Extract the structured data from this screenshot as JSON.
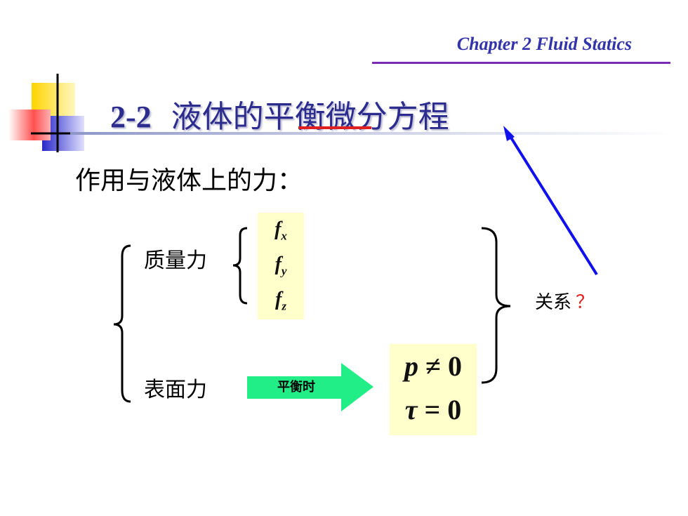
{
  "header": {
    "chapter": "Chapter 2  Fluid Statics"
  },
  "title": {
    "number": "2-2",
    "text_part1": "液体的",
    "text_underlined": "平衡",
    "text_part2": "微分方程"
  },
  "subtitle": "作用与液体上的力：",
  "mass_force": {
    "label": "质量力",
    "components": [
      {
        "base": "f",
        "sub": "x"
      },
      {
        "base": "f",
        "sub": "y"
      },
      {
        "base": "f",
        "sub": "z"
      }
    ]
  },
  "surface_force": {
    "label": "表面力",
    "arrow_label": "平衡时",
    "equations": [
      {
        "symbol": "p",
        "relation": "≠ 0"
      },
      {
        "symbol": "τ",
        "relation": "= 0"
      }
    ]
  },
  "relation": {
    "label": "关系",
    "mark": "？"
  },
  "colors": {
    "title": "#2c2c8e",
    "chapter": "#3333aa",
    "chapter_rule": "#7a2bb5",
    "underline": "#e02020",
    "highlight_box": "#ffffcc",
    "arrow_green": "#22ee88",
    "pointer_arrow": "#1010ee",
    "question_mark": "#e0201a"
  }
}
